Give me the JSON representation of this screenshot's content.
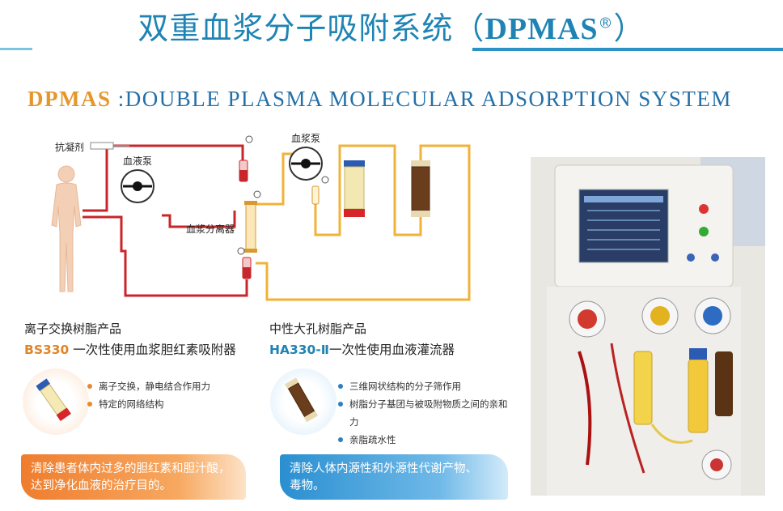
{
  "header": {
    "title_cn": "双重血浆分子吸附系统（",
    "title_brand": "DPMAS",
    "title_reg": "®",
    "title_close": "）"
  },
  "subtitle": {
    "acronym": "DPMAS",
    "full": " :DOUBLE PLASMA MOLECULAR ADSORPTION SYSTEM"
  },
  "diagram": {
    "anticoagulant": "抗凝剂",
    "blood_pump": "血液泵",
    "plasma_pump": "血浆泵",
    "plasma_separator": "血浆分离器"
  },
  "product_left": {
    "category": "离子交换树脂产品",
    "code": "BS330",
    "name": " 一次性使用血浆胆红素吸附器",
    "features": [
      "离子交换，静电结合作用力",
      "特定的网络结构"
    ],
    "banner": [
      "清除患者体内过多的胆红素和胆汁酸，",
      "达到净化血液的治疗目的。"
    ]
  },
  "product_right": {
    "category": "中性大孔树脂产品",
    "code": "HA330-Ⅱ",
    "name": "一次性使用血液灌流器",
    "features": [
      "三维网状结构的分子筛作用",
      "树脂分子基团与被吸附物质之间的亲和力",
      "亲脂疏水性"
    ],
    "banner": [
      "清除人体内源性和外源性代谢产物、",
      "毒物。"
    ]
  },
  "colors": {
    "title_blue": "#1f84b4",
    "orange": "#e6962a",
    "blood_red": "#c8262a",
    "plasma_yellow": "#f0b23a"
  }
}
